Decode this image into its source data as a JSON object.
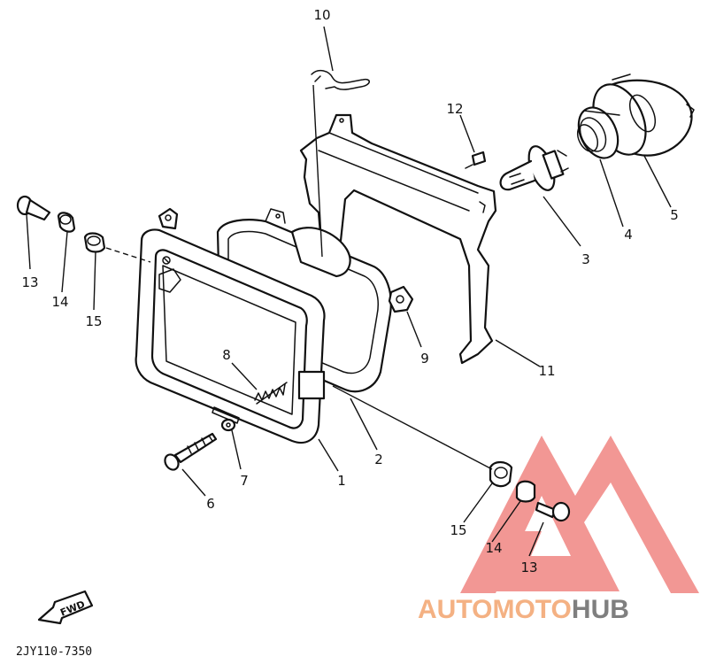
{
  "diagram": {
    "part_labels": {
      "p1": "1",
      "p2": "2",
      "p3": "3",
      "p4": "4",
      "p5": "5",
      "p6": "6",
      "p7": "7",
      "p8": "8",
      "p9": "9",
      "p10": "10",
      "p11": "11",
      "p12": "12",
      "p13_left": "13",
      "p14_left": "14",
      "p15_left": "15",
      "p13_right": "13",
      "p14_right": "14",
      "p15_right": "15"
    },
    "fwd_label": "FWD",
    "code": "2JY110-7350"
  },
  "watermark": {
    "text_orange": "AUTOMOTO",
    "text_gray": "HUB",
    "colors": {
      "orange": "#f4b183",
      "gray": "#7f7f7f",
      "triangle": "#e8413c"
    }
  }
}
